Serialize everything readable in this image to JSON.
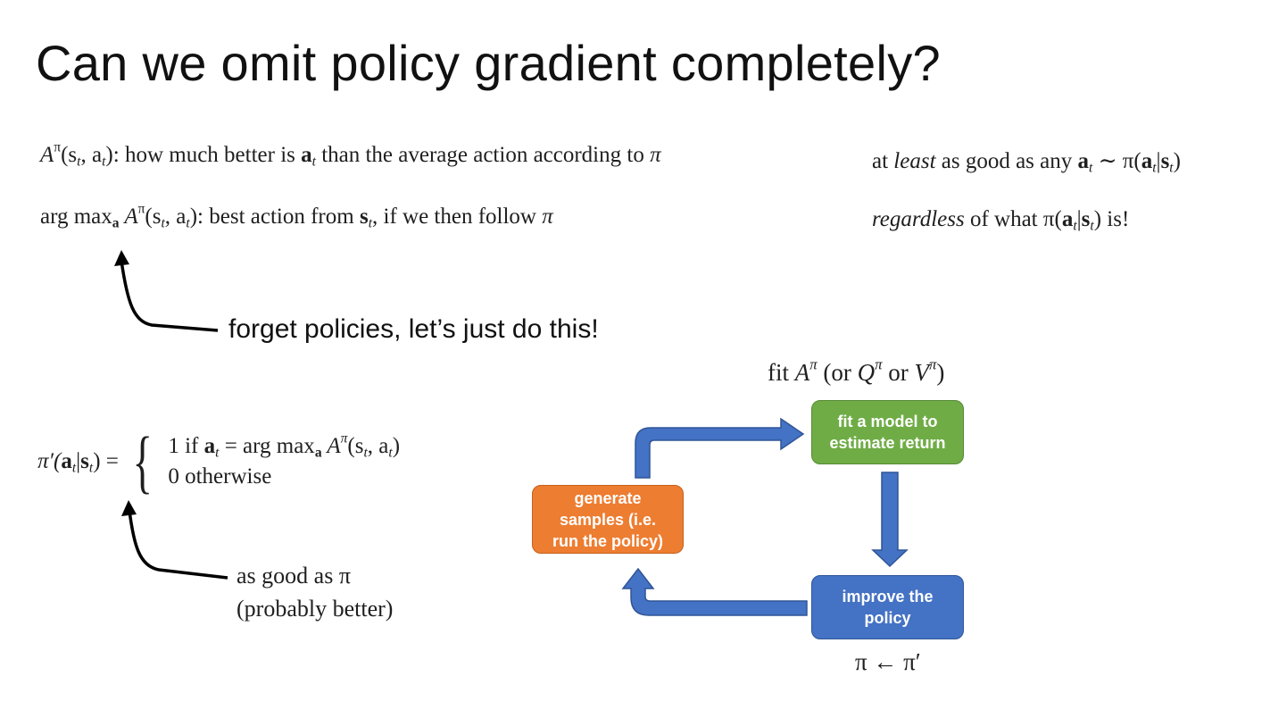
{
  "title": "Can we omit policy gradient completely?",
  "eq1": {
    "sym": "A",
    "sup": "π",
    "args": "(s",
    "t": "t",
    "comma": ", a",
    "close": "):",
    "text": " how much better is ",
    "a": "a",
    "text2": " than the average action according to ",
    "pi": "π"
  },
  "eq2": {
    "argmax": "arg max",
    "sub": "a",
    "rest": " A",
    "sup": "π",
    "args": "(s",
    "comma": ", a",
    "close": "):",
    "text": " best action from ",
    "s": "s",
    "text2": ", if we then follow ",
    "pi": "π"
  },
  "right1": {
    "pre": "at ",
    "least": "least",
    "mid": " as good as any ",
    "a": "a",
    "tilde": " ∼ π(",
    "a2": "a",
    "bar": "|",
    "s": "s",
    "end": ")"
  },
  "right2": {
    "regardless": "regardless",
    "mid": " of what π(",
    "a": "a",
    "bar": "|",
    "s": "s",
    "end": ") is!"
  },
  "note_forget": "forget policies, let’s just do this!",
  "eq3": {
    "lhs": "π′(",
    "a": "a",
    "bar": "|",
    "s": "s",
    "lhs_end": ") =",
    "brace": "{",
    "case1_pre": "1 if ",
    "case1_a": "a",
    "case1_mid": " = arg max",
    "case1_sub": "a",
    "case1_A": " A",
    "case1_sup": "π",
    "case1_args": "(s",
    "case1_comma": ", a",
    "case1_end": ")",
    "case2": "0 otherwise"
  },
  "note_good1": "as good as π",
  "note_good2": "(probably better)",
  "fit_label": {
    "pre": "fit ",
    "A": "A",
    "sup": "π",
    "mid": " (or ",
    "Q": "Q",
    "sup2": "π",
    "or": " or ",
    "V": "V",
    "sup3": "π",
    "end": ")"
  },
  "pi_update": "π ← π′",
  "boxes": {
    "fit": {
      "line1": "fit a model to",
      "line2": "estimate return"
    },
    "gen": {
      "line1": "generate",
      "line2": "samples (i.e.",
      "line3": "run the policy)"
    },
    "imp": {
      "line1": "improve the",
      "line2": "policy"
    }
  },
  "colors": {
    "fit": "#6fac46",
    "gen": "#ed7d31",
    "imp": "#4472c4",
    "arrow": "#4472c4"
  }
}
